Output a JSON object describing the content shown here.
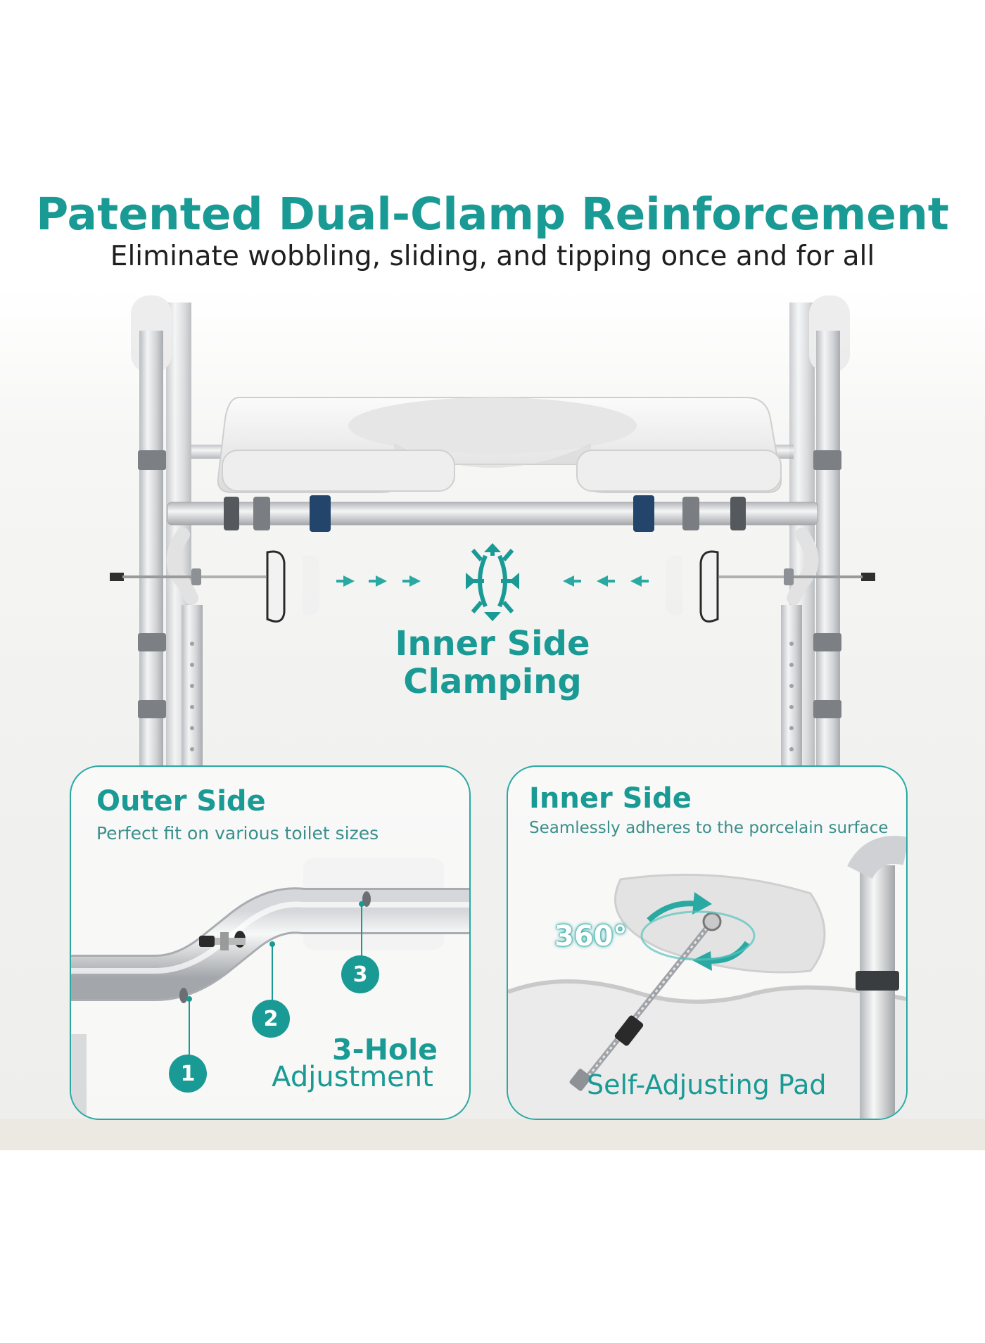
{
  "header": {
    "title": "Patented Dual-Clamp Reinforcement",
    "subtitle": "Eliminate wobbling, sliding, and tipping once and for all"
  },
  "center": {
    "label_line1": "Inner Side",
    "label_line2": "Clamping"
  },
  "outer_panel": {
    "title": "Outer Side",
    "subtitle": "Perfect fit on various toilet sizes",
    "holes": [
      "1",
      "2",
      "3"
    ],
    "adjust_bold": "3-Hole",
    "adjust_light": "Adjustment"
  },
  "inner_panel": {
    "title": "Inner Side",
    "subtitle": "Seamlessly adheres to the porcelain surface",
    "rotation_label": "360°",
    "pad_label": "Self-Adjusting Pad"
  },
  "colors": {
    "accent": "#1a9a94",
    "text_dark": "#1f1f1f",
    "frame_metal": "#c9ccd0",
    "strap_navy": "#23456b"
  },
  "icons": [
    "inward-arrows-icon",
    "compress-arrows-icon",
    "rotate-arrows-icon"
  ]
}
